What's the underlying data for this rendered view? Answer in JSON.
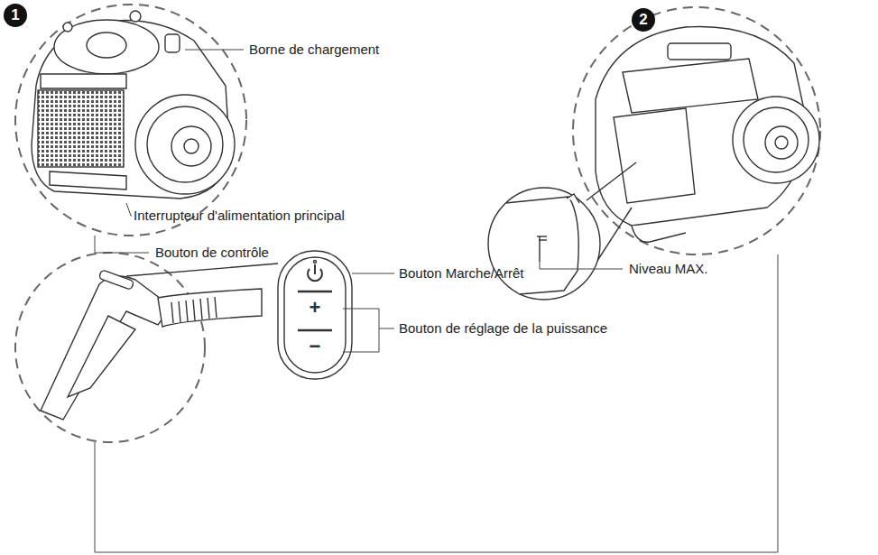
{
  "diagram": {
    "labels": [
      "1",
      "Borne de chargement",
      "2",
      "Interrupteur d'alimentation principal",
      "Bouton de contrôle",
      "Niveau MAX.",
      "Bouton Marche/Arrêt",
      "+",
      "Bouton de réglage de la puissance",
      "−"
    ]
  }
}
